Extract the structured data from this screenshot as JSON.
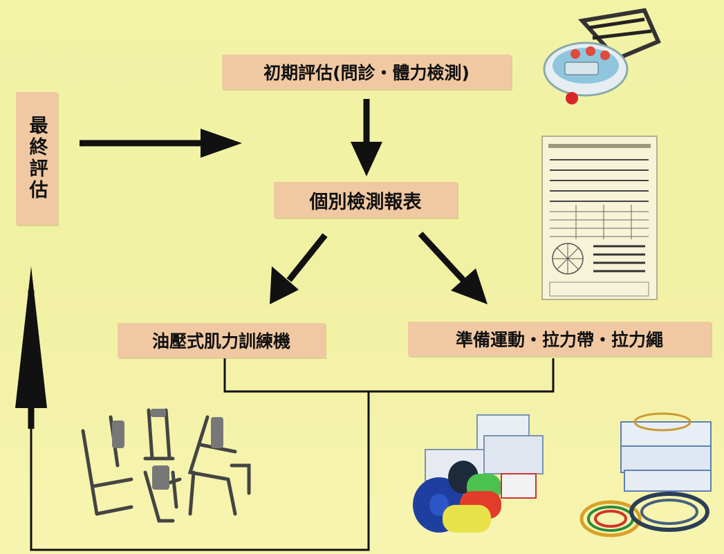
{
  "nodes": {
    "initial": "初期評估(問診・體力檢測)",
    "report": "個別檢測報表",
    "machine": "油壓式肌力訓練機",
    "warmup": "準備運動・拉力帶・拉力繩",
    "final": "最終評估"
  },
  "colors": {
    "background": "#f3f3a6",
    "node_fill": "#f0c9a3",
    "arrow": "#111111"
  },
  "illustrations": [
    "hand-dynamometer-icon",
    "report-sheet-icon",
    "training-machines-icon",
    "resistance-bands-icon",
    "resistance-tubes-icon"
  ]
}
